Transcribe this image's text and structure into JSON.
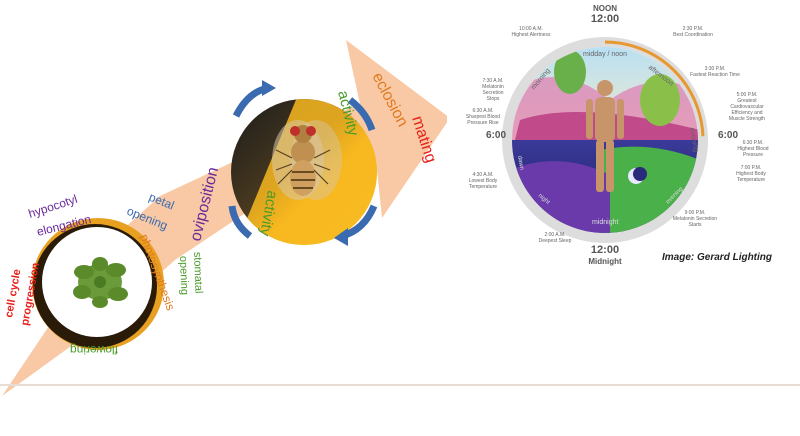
{
  "plant_stage": {
    "labels": {
      "hypocotyl": "hypocotyl",
      "elongation": "elongation",
      "cell_cycle": "cell cycle",
      "progression": "progression",
      "petal": "petal",
      "opening": "opening",
      "photosynthesis": "photosynthesis",
      "stomatal": "stomatal",
      "opening2": "opening",
      "flowering": "flowering"
    }
  },
  "fly_stage": {
    "labels": {
      "activity_top": "activity",
      "activity_bottom": "activity",
      "oviposition": "oviposition",
      "eclosion": "eclosion",
      "mating": "mating"
    }
  },
  "clock": {
    "times": {
      "noon": "NOON",
      "twelve_top": "12:00",
      "six_left": "6:00",
      "six_right": "6:00",
      "twelve_bottom": "12:00",
      "midnight": "Midnight"
    },
    "arc_labels": {
      "midday": "midday / noon",
      "afternoon": "afternoon",
      "evening": "evening",
      "midnight": "midnight",
      "morning": "morning",
      "night": "night",
      "late_evening": "evening",
      "dawn": "dawn"
    },
    "events": [
      "10:00 A.M.\nHighest Alertness",
      "2:30 P.M.\nBest Coordination",
      "3:30 P.M.\nFastest Reaction Time",
      "5:00 P.M.\nGreatest\nCardiovascular\nEfficiency and\nMuscle Strength",
      "6:30 P.M.\nHighest Blood\nPressure",
      "7:00 P.M.\nHighest Body\nTemperature",
      "9:00 P.M.\nMelatonin Secretion\nStarts",
      "2:00 A.M.\nDeepest Sleep",
      "4:30 A.M.\nLowest Body\nTemperature",
      "6:30 A.M.\nSharpest Blood\nPressure Rise",
      "7:30 A.M.\nMelatonin\nSecretion\nStops"
    ],
    "credit": "Image: Gerard Lighting"
  },
  "colors": {
    "arrow": "#f8c9a4",
    "red": "#e8201a",
    "purple": "#6a2a9a",
    "blue": "#3a6ab0",
    "green": "#4a9a2a",
    "orange": "#e07a20"
  }
}
